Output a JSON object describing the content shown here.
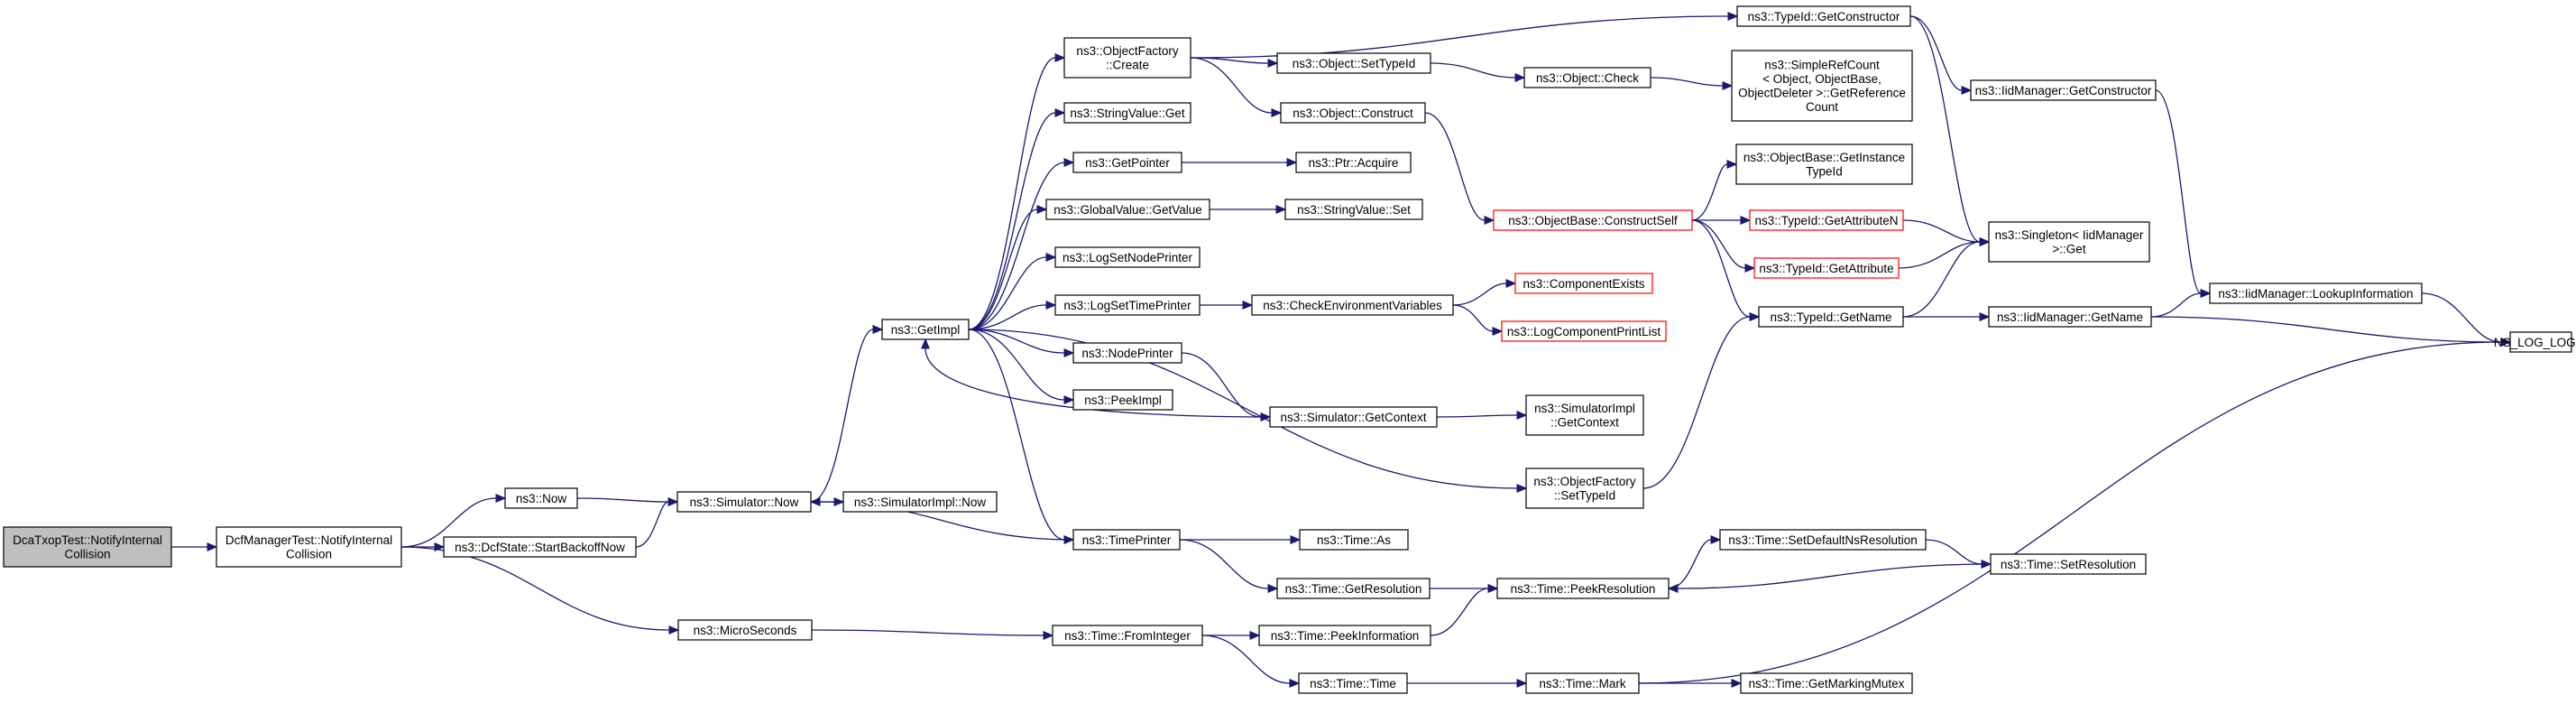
{
  "colors": {
    "edge": "#191970",
    "root_fill": "#bfbfbf",
    "node_fill": "#ffffff",
    "node_border": "#000000",
    "red_border": "#ff0000"
  },
  "nodes": [
    {
      "id": "dcatxop",
      "lines": [
        "DcaTxopTest::NotifyInternal",
        "Collision"
      ],
      "style": "root"
    },
    {
      "id": "dcfmanager",
      "lines": [
        "DcfManagerTest::NotifyInternal",
        "Collision"
      ],
      "style": "normal"
    },
    {
      "id": "now",
      "lines": [
        "ns3::Now"
      ],
      "style": "normal"
    },
    {
      "id": "dcfstate",
      "lines": [
        "ns3::DcfState::StartBackoffNow"
      ],
      "style": "normal"
    },
    {
      "id": "microseconds",
      "lines": [
        "ns3::MicroSeconds"
      ],
      "style": "normal"
    },
    {
      "id": "simnow",
      "lines": [
        "ns3::Simulator::Now"
      ],
      "style": "normal"
    },
    {
      "id": "simimplnow",
      "lines": [
        "ns3::SimulatorImpl::Now"
      ],
      "style": "normal"
    },
    {
      "id": "getimpl",
      "lines": [
        "ns3::GetImpl"
      ],
      "style": "normal"
    },
    {
      "id": "objfactorycreate",
      "lines": [
        "ns3::ObjectFactory",
        "::Create"
      ],
      "style": "normal"
    },
    {
      "id": "stringvalueget",
      "lines": [
        "ns3::StringValue::Get"
      ],
      "style": "normal"
    },
    {
      "id": "getpointer",
      "lines": [
        "ns3::GetPointer"
      ],
      "style": "normal"
    },
    {
      "id": "globalvalueget",
      "lines": [
        "ns3::GlobalValue::GetValue"
      ],
      "style": "normal"
    },
    {
      "id": "logsetnode",
      "lines": [
        "ns3::LogSetNodePrinter"
      ],
      "style": "normal"
    },
    {
      "id": "logsettime",
      "lines": [
        "ns3::LogSetTimePrinter"
      ],
      "style": "normal"
    },
    {
      "id": "nodeprinter",
      "lines": [
        "ns3::NodePrinter"
      ],
      "style": "normal"
    },
    {
      "id": "peekimpl",
      "lines": [
        "ns3::PeekImpl"
      ],
      "style": "normal"
    },
    {
      "id": "timeprinter",
      "lines": [
        "ns3::TimePrinter"
      ],
      "style": "normal"
    },
    {
      "id": "fromint",
      "lines": [
        "ns3::Time::FromInteger"
      ],
      "style": "normal"
    },
    {
      "id": "objsettypeid",
      "lines": [
        "ns3::Object::SetTypeId"
      ],
      "style": "normal"
    },
    {
      "id": "objconstruct",
      "lines": [
        "ns3::Object::Construct"
      ],
      "style": "normal"
    },
    {
      "id": "ptracquire",
      "lines": [
        "ns3::Ptr::Acquire"
      ],
      "style": "normal"
    },
    {
      "id": "strvalset",
      "lines": [
        "ns3::StringValue::Set"
      ],
      "style": "normal"
    },
    {
      "id": "checkenv",
      "lines": [
        "ns3::CheckEnvironmentVariables"
      ],
      "style": "normal"
    },
    {
      "id": "simgetctx",
      "lines": [
        "ns3::Simulator::GetContext"
      ],
      "style": "normal"
    },
    {
      "id": "timeas",
      "lines": [
        "ns3::Time::As"
      ],
      "style": "normal"
    },
    {
      "id": "timegetres",
      "lines": [
        "ns3::Time::GetResolution"
      ],
      "style": "normal"
    },
    {
      "id": "timepeekinfo",
      "lines": [
        "ns3::Time::PeekInformation"
      ],
      "style": "normal"
    },
    {
      "id": "timetime",
      "lines": [
        "ns3::Time::Time"
      ],
      "style": "normal"
    },
    {
      "id": "typeidgetctor",
      "lines": [
        "ns3::TypeId::GetConstructor"
      ],
      "style": "normal"
    },
    {
      "id": "objcheck",
      "lines": [
        "ns3::Object::Check"
      ],
      "style": "normal"
    },
    {
      "id": "objbaseconstructself",
      "lines": [
        "ns3::ObjectBase::ConstructSelf"
      ],
      "style": "red"
    },
    {
      "id": "compexists",
      "lines": [
        "ns3::ComponentExists"
      ],
      "style": "red"
    },
    {
      "id": "logcompprint",
      "lines": [
        "ns3::LogComponentPrintList"
      ],
      "style": "red"
    },
    {
      "id": "simimplgetctx",
      "lines": [
        "ns3::SimulatorImpl",
        "::GetContext"
      ],
      "style": "normal"
    },
    {
      "id": "objfactorysettypeid",
      "lines": [
        "ns3::ObjectFactory",
        "::SetTypeId"
      ],
      "style": "normal"
    },
    {
      "id": "timepeekres",
      "lines": [
        "ns3::Time::PeekResolution"
      ],
      "style": "normal"
    },
    {
      "id": "timemark",
      "lines": [
        "ns3::Time::Mark"
      ],
      "style": "normal"
    },
    {
      "id": "simplerefcount",
      "lines": [
        "ns3::SimpleRefCount",
        "< Object, ObjectBase,",
        "ObjectDeleter >::GetReference",
        "Count"
      ],
      "style": "normal"
    },
    {
      "id": "objbasegetinst",
      "lines": [
        "ns3::ObjectBase::GetInstance",
        "TypeId"
      ],
      "style": "normal"
    },
    {
      "id": "typeidgetattrn",
      "lines": [
        "ns3::TypeId::GetAttributeN"
      ],
      "style": "red"
    },
    {
      "id": "typeidgetattr",
      "lines": [
        "ns3::TypeId::GetAttribute"
      ],
      "style": "red"
    },
    {
      "id": "typeidgetname",
      "lines": [
        "ns3::TypeId::GetName"
      ],
      "style": "normal"
    },
    {
      "id": "timesetdefns",
      "lines": [
        "ns3::Time::SetDefaultNsResolution"
      ],
      "style": "normal"
    },
    {
      "id": "timegetmarkmutex",
      "lines": [
        "ns3::Time::GetMarkingMutex"
      ],
      "style": "normal"
    },
    {
      "id": "iidmgrgetctor",
      "lines": [
        "ns3::IidManager::GetConstructor"
      ],
      "style": "normal"
    },
    {
      "id": "singletonget",
      "lines": [
        "ns3::Singleton< IidManager",
        ">::Get"
      ],
      "style": "normal"
    },
    {
      "id": "iidmgrgetname",
      "lines": [
        "ns3::IidManager::GetName"
      ],
      "style": "normal"
    },
    {
      "id": "timesetres",
      "lines": [
        "ns3::Time::SetResolution"
      ],
      "style": "normal"
    },
    {
      "id": "iidmgrlookup",
      "lines": [
        "ns3::IidManager::LookupInformation"
      ],
      "style": "normal"
    },
    {
      "id": "nslog",
      "lines": [
        "NS_LOG_LOGIC"
      ],
      "style": "normal"
    }
  ],
  "edges": [
    [
      "dcatxop",
      "dcfmanager"
    ],
    [
      "dcfmanager",
      "now"
    ],
    [
      "dcfmanager",
      "dcfstate"
    ],
    [
      "dcfmanager",
      "microseconds"
    ],
    [
      "now",
      "simnow"
    ],
    [
      "dcfstate",
      "simnow"
    ],
    [
      "simnow",
      "simimplnow"
    ],
    [
      "simnow",
      "getimpl"
    ],
    [
      "microseconds",
      "fromint"
    ],
    [
      "getimpl",
      "objfactorycreate"
    ],
    [
      "getimpl",
      "stringvalueget"
    ],
    [
      "getimpl",
      "getpointer"
    ],
    [
      "getimpl",
      "globalvalueget"
    ],
    [
      "getimpl",
      "logsetnode"
    ],
    [
      "getimpl",
      "logsettime"
    ],
    [
      "getimpl",
      "nodeprinter"
    ],
    [
      "getimpl",
      "peekimpl"
    ],
    [
      "getimpl",
      "timeprinter"
    ],
    [
      "getimpl",
      "objfactorysettypeid"
    ],
    [
      "objfactorycreate",
      "typeidgetctor"
    ],
    [
      "objfactorycreate",
      "objsettypeid"
    ],
    [
      "objfactorycreate",
      "objconstruct"
    ],
    [
      "getpointer",
      "ptracquire"
    ],
    [
      "globalvalueget",
      "strvalset"
    ],
    [
      "logsettime",
      "checkenv"
    ],
    [
      "nodeprinter",
      "simgetctx"
    ],
    [
      "timeprinter",
      "timeas"
    ],
    [
      "timeprinter",
      "timegetres"
    ],
    [
      "timeprinter",
      "simnow"
    ],
    [
      "simgetctx",
      "getimpl"
    ],
    [
      "simgetctx",
      "simimplgetctx"
    ],
    [
      "fromint",
      "timepeekinfo"
    ],
    [
      "fromint",
      "timetime"
    ],
    [
      "objsettypeid",
      "objcheck"
    ],
    [
      "objconstruct",
      "objbaseconstructself"
    ],
    [
      "objcheck",
      "simplerefcount"
    ],
    [
      "checkenv",
      "compexists"
    ],
    [
      "checkenv",
      "logcompprint"
    ],
    [
      "timegetres",
      "timepeekres"
    ],
    [
      "timepeekinfo",
      "timepeekres"
    ],
    [
      "timetime",
      "timemark"
    ],
    [
      "objbaseconstructself",
      "objbasegetinst"
    ],
    [
      "objbaseconstructself",
      "typeidgetattrn"
    ],
    [
      "objbaseconstructself",
      "typeidgetattr"
    ],
    [
      "objbaseconstructself",
      "typeidgetname"
    ],
    [
      "objfactorysettypeid",
      "typeidgetname"
    ],
    [
      "timepeekres",
      "timesetdefns"
    ],
    [
      "timemark",
      "timegetmarkmutex"
    ],
    [
      "timemark",
      "nslog"
    ],
    [
      "typeidgetctor",
      "iidmgrgetctor"
    ],
    [
      "typeidgetctor",
      "singletonget"
    ],
    [
      "typeidgetattrn",
      "singletonget"
    ],
    [
      "typeidgetattr",
      "singletonget"
    ],
    [
      "typeidgetname",
      "singletonget"
    ],
    [
      "typeidgetname",
      "iidmgrgetname"
    ],
    [
      "timesetdefns",
      "timesetres"
    ],
    [
      "timesetres",
      "timepeekres"
    ],
    [
      "iidmgrgetctor",
      "iidmgrlookup"
    ],
    [
      "iidmgrgetname",
      "iidmgrlookup"
    ],
    [
      "iidmgrgetname",
      "nslog"
    ],
    [
      "iidmgrlookup",
      "nslog"
    ]
  ]
}
